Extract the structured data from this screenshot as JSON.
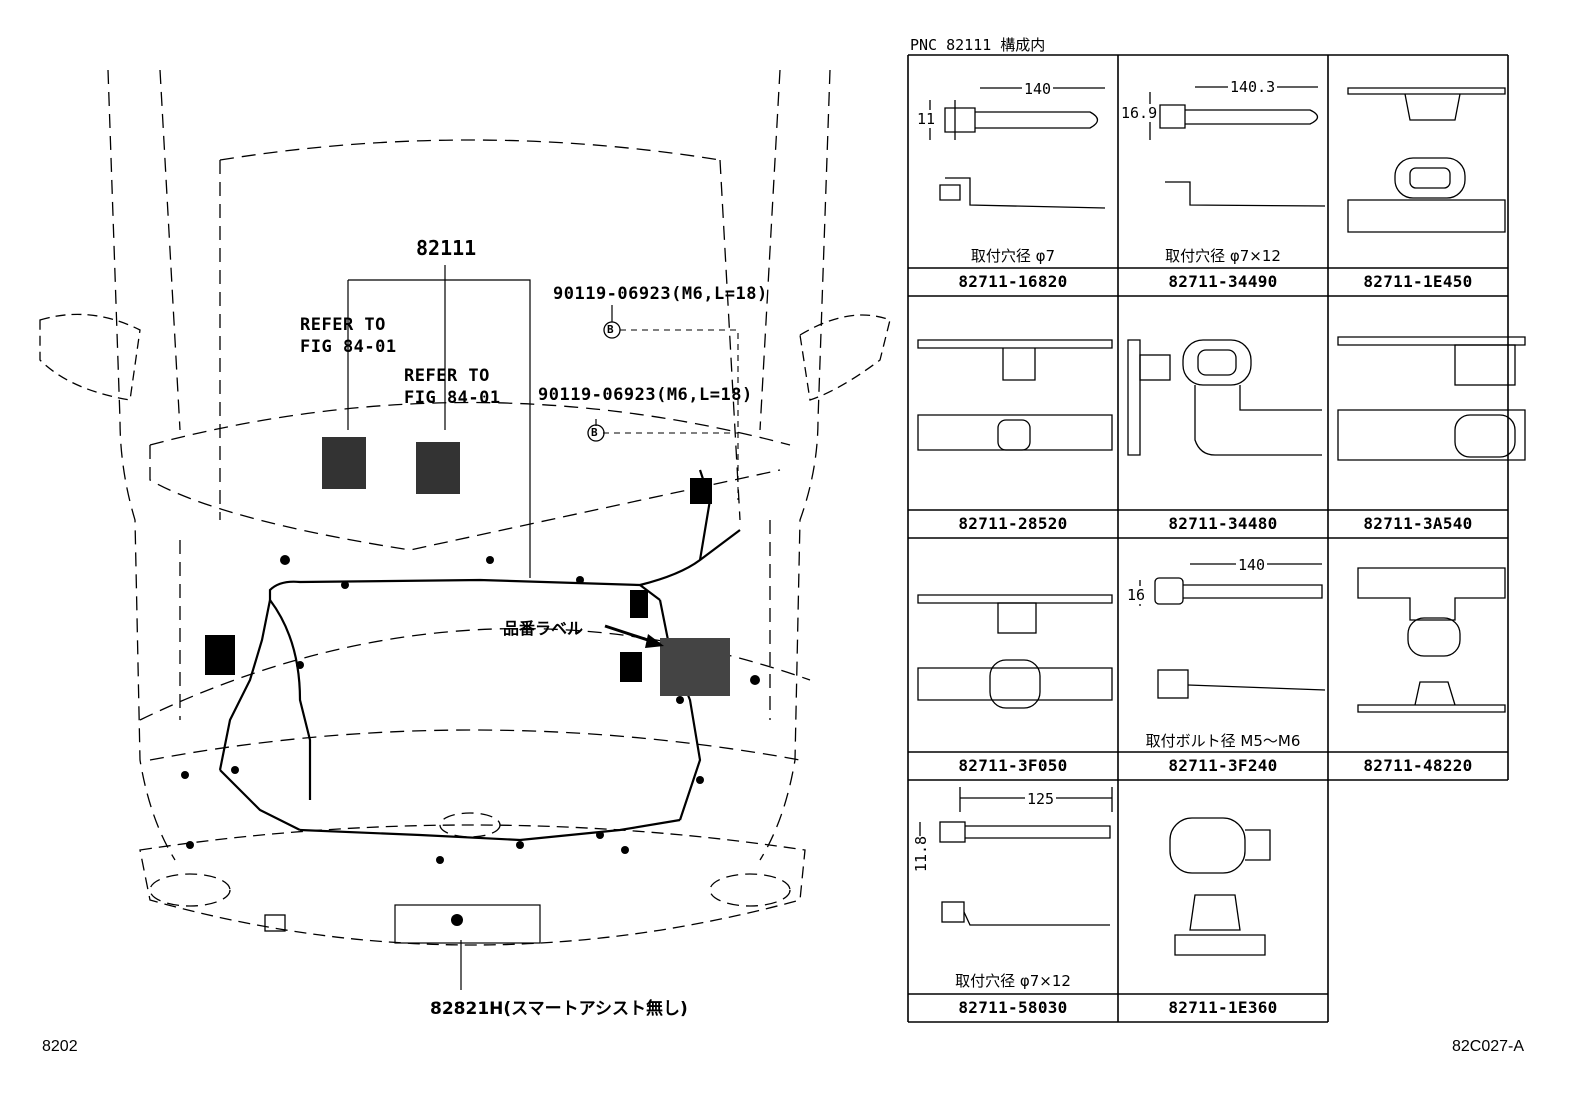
{
  "header": {
    "pnc": "PNC 82111 構成内"
  },
  "car": {
    "main_part": "82111",
    "refer_1a": "REFER TO",
    "refer_1b": "FIG 84-01",
    "refer_2a": "REFER TO",
    "refer_2b": "FIG 84-01",
    "bolt_1": "90119-06923(M6,L=18)",
    "bolt_2": "90119-06923(M6,L=18)",
    "bolt_mark": "B",
    "label_note": "品番ラベル",
    "bottom_part": "82821H(スマートアシスト無し)"
  },
  "grid": {
    "cells": [
      {
        "part": "82711-16820",
        "caption": "取付穴径 φ7",
        "dim1": "140",
        "dim2": "11"
      },
      {
        "part": "82711-34490",
        "caption": "取付穴径 φ7×12",
        "dim1": "140.3",
        "dim2": "16.9"
      },
      {
        "part": "82711-1E450",
        "caption": "",
        "dim1": "",
        "dim2": ""
      },
      {
        "part": "82711-28520",
        "caption": "",
        "dim1": "",
        "dim2": ""
      },
      {
        "part": "82711-34480",
        "caption": "",
        "dim1": "",
        "dim2": ""
      },
      {
        "part": "82711-3A540",
        "caption": "",
        "dim1": "",
        "dim2": ""
      },
      {
        "part": "82711-3F050",
        "caption": "",
        "dim1": "",
        "dim2": ""
      },
      {
        "part": "82711-3F240",
        "caption": "取付ボルト径 M5～M6",
        "dim1": "140",
        "dim2": "16"
      },
      {
        "part": "82711-48220",
        "caption": "",
        "dim1": "",
        "dim2": ""
      },
      {
        "part": "82711-58030",
        "caption": "取付穴径 φ7×12",
        "dim1": "125",
        "dim2": "11.8"
      },
      {
        "part": "82711-1E360",
        "caption": "",
        "dim1": "",
        "dim2": ""
      }
    ]
  },
  "footer": {
    "left": "8202",
    "right": "82C027-A"
  }
}
